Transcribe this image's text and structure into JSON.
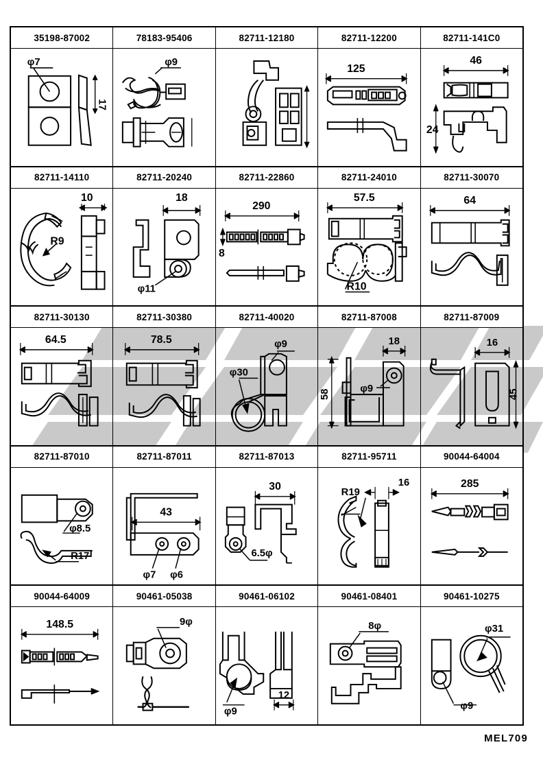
{
  "sheet": {
    "footer_code": "MEL709",
    "columns": 5,
    "rows": 5
  },
  "parts": [
    [
      {
        "part_number": "35198-87002",
        "labels": [
          "φ7",
          "17"
        ]
      },
      {
        "part_number": "78183-95406",
        "labels": [
          "φ9"
        ]
      },
      {
        "part_number": "82711-12180",
        "labels": []
      },
      {
        "part_number": "82711-12200",
        "labels": [
          "125"
        ]
      },
      {
        "part_number": "82711-141C0",
        "labels": [
          "46",
          "24"
        ]
      }
    ],
    [
      {
        "part_number": "82711-14110",
        "labels": [
          "10",
          "R9"
        ]
      },
      {
        "part_number": "82711-20240",
        "labels": [
          "18",
          "φ11"
        ]
      },
      {
        "part_number": "82711-22860",
        "labels": [
          "290",
          "8"
        ]
      },
      {
        "part_number": "82711-24010",
        "labels": [
          "57.5",
          "R10"
        ]
      },
      {
        "part_number": "82711-30070",
        "labels": [
          "64"
        ]
      }
    ],
    [
      {
        "part_number": "82711-30130",
        "labels": [
          "64.5"
        ]
      },
      {
        "part_number": "82711-30380",
        "labels": [
          "78.5"
        ]
      },
      {
        "part_number": "82711-40020",
        "labels": [
          "φ9",
          "φ30"
        ]
      },
      {
        "part_number": "82711-87008",
        "labels": [
          "58",
          "φ9",
          "18"
        ]
      },
      {
        "part_number": "82711-87009",
        "labels": [
          "16",
          "45"
        ]
      }
    ],
    [
      {
        "part_number": "82711-87010",
        "labels": [
          "φ8.5",
          "R17"
        ]
      },
      {
        "part_number": "82711-87011",
        "labels": [
          "43",
          "φ7",
          "φ6"
        ]
      },
      {
        "part_number": "82711-87013",
        "labels": [
          "30",
          "6.5φ"
        ]
      },
      {
        "part_number": "82711-95711",
        "labels": [
          "R19",
          "16"
        ]
      },
      {
        "part_number": "90044-64004",
        "labels": [
          "285"
        ]
      }
    ],
    [
      {
        "part_number": "90044-64009",
        "labels": [
          "148.5"
        ]
      },
      {
        "part_number": "90461-05038",
        "labels": [
          "9φ"
        ]
      },
      {
        "part_number": "90461-06102",
        "labels": [
          "φ9",
          "12"
        ]
      },
      {
        "part_number": "90461-08401",
        "labels": [
          "8φ"
        ]
      },
      {
        "part_number": "90461-10275",
        "labels": [
          "φ31",
          "φ9"
        ]
      }
    ]
  ],
  "dimensions": {
    "r1c1_hole": "φ7",
    "r1c1_h": "17",
    "r1c2_hole": "φ9",
    "r1c4_len": "125",
    "r1c5_w": "46",
    "r1c5_h": "24",
    "r2c1_w": "10",
    "r2c1_r": "R9",
    "r2c2_w": "18",
    "r2c2_hole": "φ11",
    "r2c3_len": "290",
    "r2c3_h": "8",
    "r2c4_len": "57.5",
    "r2c4_r": "R10",
    "r2c5_len": "64",
    "r3c1_len": "64.5",
    "r3c2_len": "78.5",
    "r3c3_hole": "φ9",
    "r3c3_r": "φ30",
    "r3c4_h": "58",
    "r3c4_hole": "φ9",
    "r3c4_w": "18",
    "r3c5_w": "16",
    "r3c5_h": "45",
    "r4c1_hole": "φ8.5",
    "r4c1_r": "R17",
    "r4c2_w": "43",
    "r4c2_hole1": "φ7",
    "r4c2_hole2": "φ6",
    "r4c3_w": "30",
    "r4c3_hole": "6.5φ",
    "r4c4_r": "R19",
    "r4c4_w": "16",
    "r4c5_len": "285",
    "r5c1_len": "148.5",
    "r5c2_hole": "9φ",
    "r5c3_hole": "φ9",
    "r5c3_w": "12",
    "r5c4_hole": "8φ",
    "r5c5_big": "φ31",
    "r5c5_small": "φ9"
  },
  "colors": {
    "line": "#000000",
    "background": "#ffffff",
    "watermark": "#c8c8c8"
  }
}
